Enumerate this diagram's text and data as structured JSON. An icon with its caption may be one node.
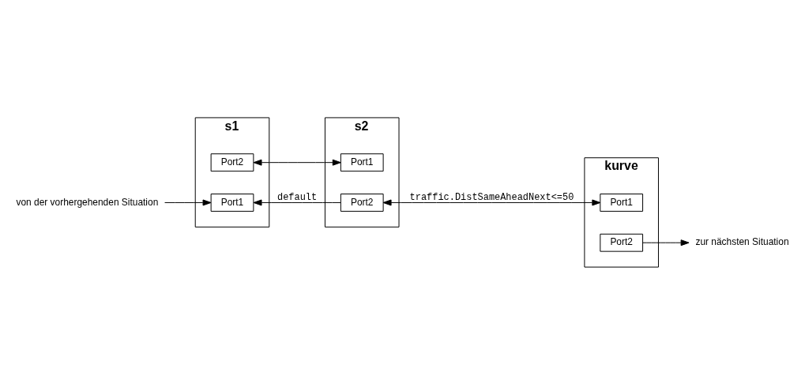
{
  "diagram": {
    "nodes": [
      {
        "text": [
          "s1"
        ]
      },
      {
        "text": [
          "Port2"
        ],
        "in": 0
      },
      {
        "text": [
          "Port1"
        ],
        "in": 0
      },
      {
        "text": [
          "s2"
        ]
      },
      {
        "text": [
          "Port1"
        ],
        "in": 3
      },
      {
        "text": [
          "Port2"
        ],
        "in": 3
      },
      {
        "text": [
          "kurve"
        ]
      },
      {
        "text": [
          "Port1"
        ],
        "in": 6
      },
      {
        "text": [
          "Port2"
        ],
        "in": 6
      },
      {
        "text": [
          "zur nächsten Situation"
        ]
      },
      {
        "text": [
          "von der vorhergehenden Situation"
        ]
      }
    ],
    "edges": [
      {
        "from": 1,
        "to": 4,
        "arrow": "both"
      },
      {
        "from": 5,
        "to": 7,
        "label": "traffic.DistSameAheadNext<=50",
        "arrow": "both"
      },
      {
        "from": 5,
        "to": 2,
        "label": "default",
        "arrow": "to"
      },
      {
        "from": 10,
        "to": 2,
        "arrow": "to"
      },
      {
        "from": 8,
        "to": 9,
        "arrow": "to"
      }
    ]
  }
}
